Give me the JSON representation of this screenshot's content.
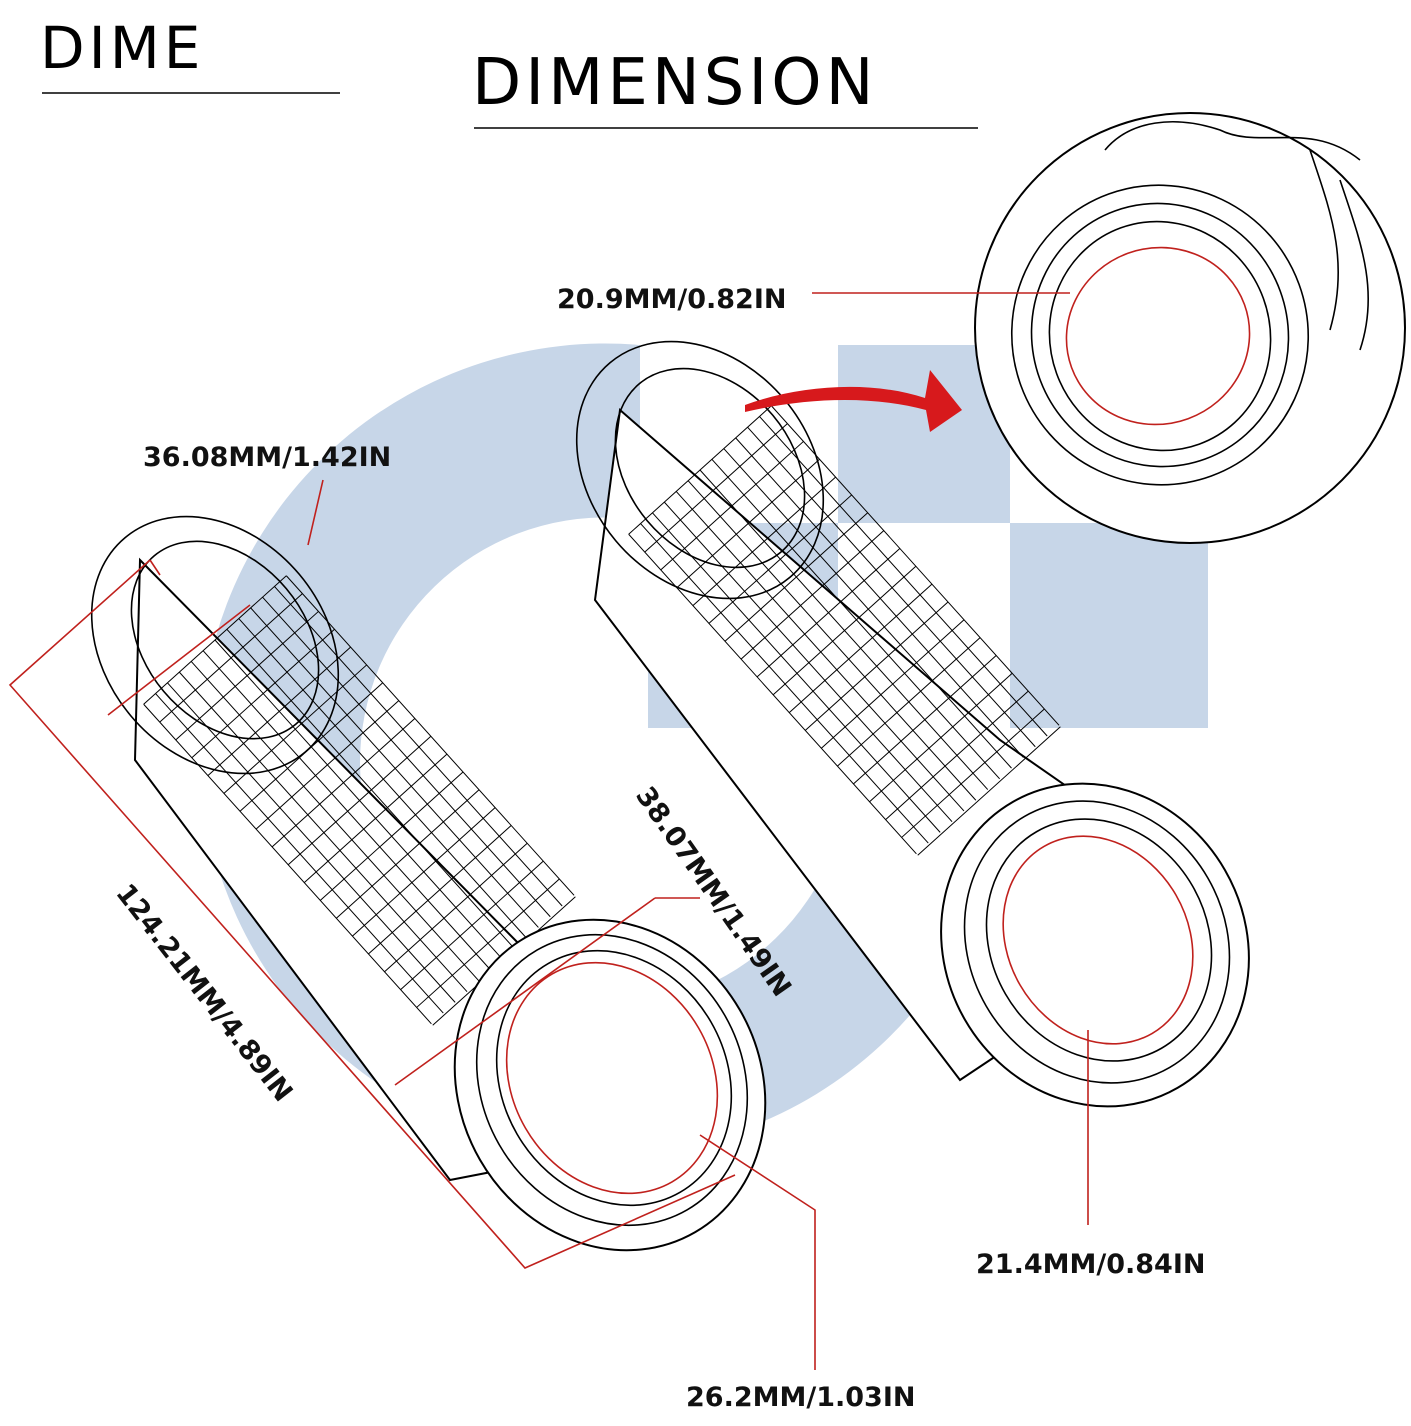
{
  "header": {
    "left_title": "DIME",
    "title": "DIMENSION"
  },
  "colors": {
    "watermark": "#c7d6e8",
    "leader_line": "#c0211d",
    "arrow": "#d7191c",
    "outline": "#000000"
  },
  "dimensions": {
    "outer_end_diameter": "36.08MM/1.42IN",
    "inner_diameter_closeup": "20.9MM/0.82IN",
    "body_diameter": "38.07MM/1.49IN",
    "length": "124.21MM/4.89IN",
    "inner_diameter_left": "26.2MM/1.03IN",
    "inner_diameter_right": "21.4MM/0.84IN"
  }
}
